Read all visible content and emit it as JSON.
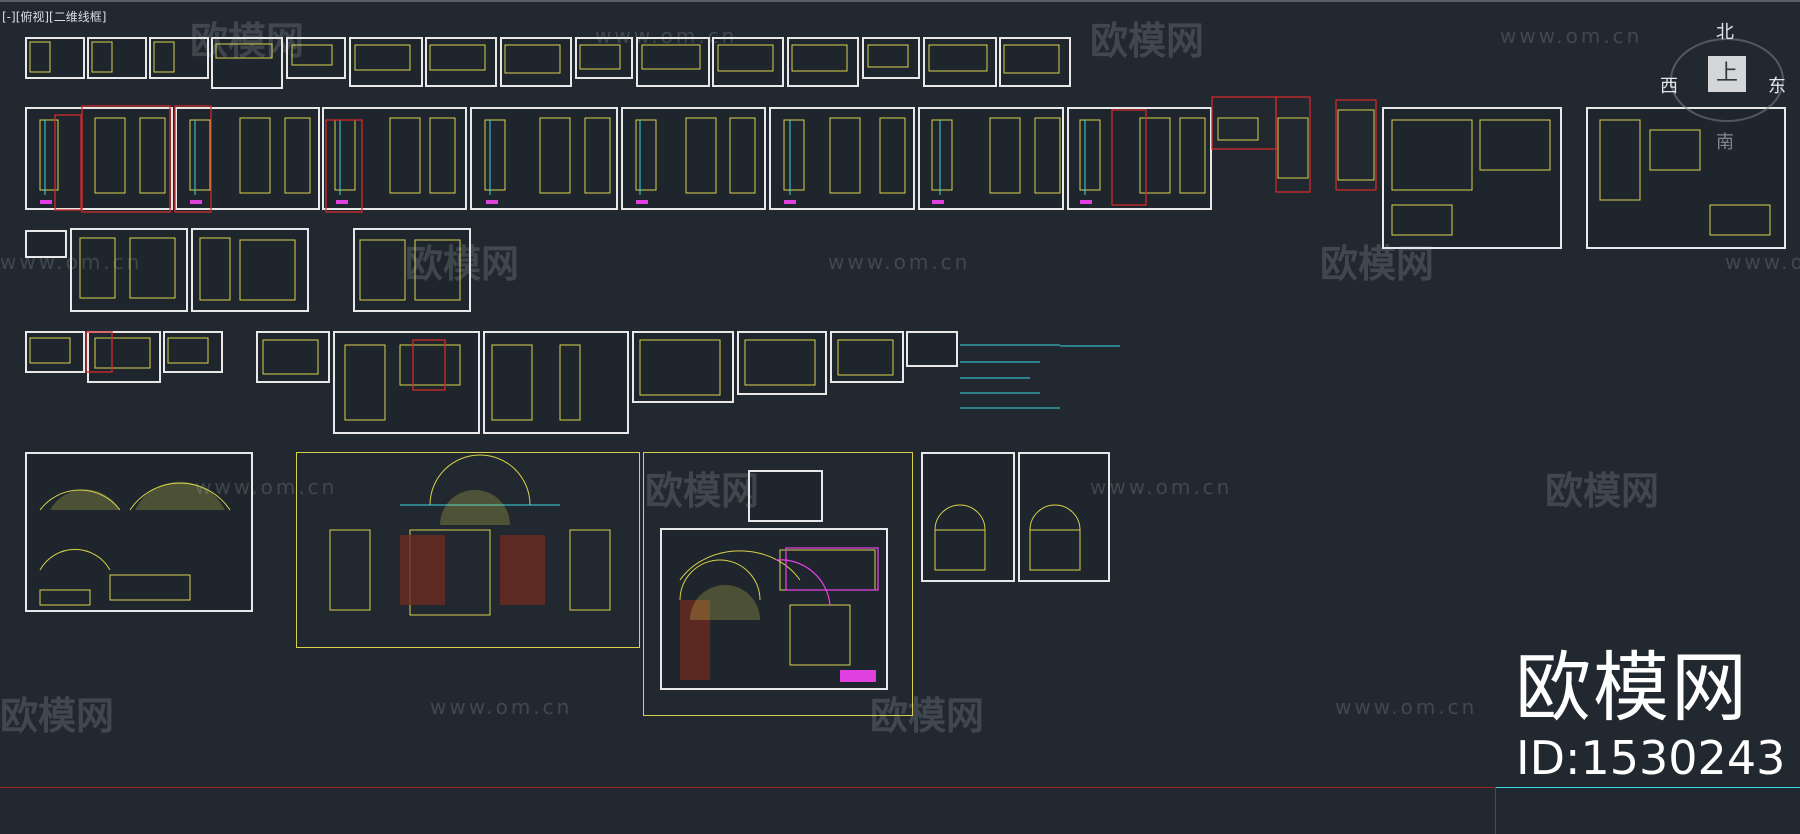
{
  "viewport": {
    "label": "[-][俯视][二维线框]"
  },
  "viewcube": {
    "north": "北",
    "west": "西",
    "east": "东",
    "south": "南",
    "face": "上"
  },
  "watermark": {
    "url_text": "www.om.cn",
    "brand_text": "欧模网",
    "big_brand": "欧模网",
    "id_text": "ID:1530243"
  },
  "colors": {
    "background": "#212830",
    "sheet_border": "#e8e8e8",
    "yellow_frame": "#d8d24a",
    "red_markup": "#d02a2a",
    "magenta_markup": "#e040e0",
    "cyan_line": "#3ad8e0"
  }
}
